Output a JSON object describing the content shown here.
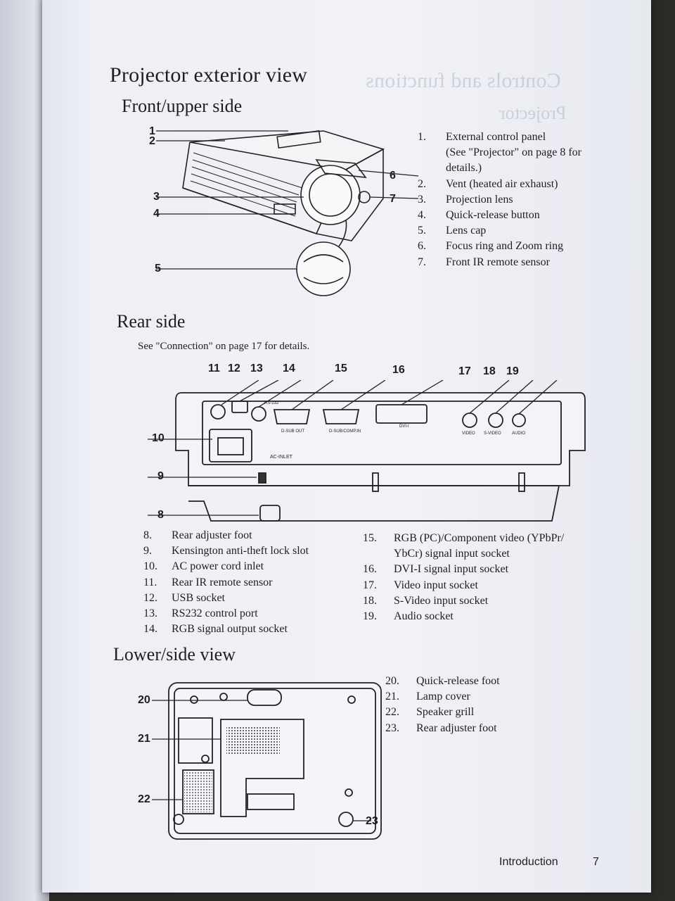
{
  "page": {
    "title": "Projector exterior view",
    "footer_section": "Introduction",
    "page_number": "7"
  },
  "front": {
    "heading": "Front/upper side",
    "callouts": [
      "1",
      "2",
      "3",
      "4",
      "5",
      "6",
      "7"
    ],
    "items": [
      {
        "num": "1.",
        "text": "External control panel"
      },
      {
        "num": "",
        "text": "(See \"Projector\" on page 8 for"
      },
      {
        "num": "",
        "text": "details.)"
      },
      {
        "num": "2.",
        "text": "Vent (heated air exhaust)"
      },
      {
        "num": "3.",
        "text": "Projection lens"
      },
      {
        "num": "4.",
        "text": "Quick-release button"
      },
      {
        "num": "5.",
        "text": "Lens cap"
      },
      {
        "num": "6.",
        "text": "Focus ring and Zoom ring"
      },
      {
        "num": "7.",
        "text": "Front IR remote sensor"
      }
    ]
  },
  "rear": {
    "heading": "Rear side",
    "note": "See \"Connection\" on page 17 for details.",
    "callouts": [
      "11",
      "12",
      "13",
      "14",
      "15",
      "16",
      "17",
      "18",
      "19",
      "10",
      "9",
      "8"
    ],
    "port_labels": {
      "rs232": "RS-232",
      "dsub_out": "D-SUB OUT",
      "dsub_comp_in": "D-SUB/COMP.IN",
      "dvi": "DVI-I",
      "video": "VIDEO",
      "svideo": "S-VIDEO",
      "audio": "AUDIO",
      "ac_inlet": "AC-INLET"
    },
    "items_left": [
      {
        "num": "8.",
        "text": "Rear adjuster foot"
      },
      {
        "num": "9.",
        "text": "Kensington anti-theft lock slot"
      },
      {
        "num": "10.",
        "text": "AC power cord inlet"
      },
      {
        "num": "11.",
        "text": "Rear IR remote sensor"
      },
      {
        "num": "12.",
        "text": "USB socket"
      },
      {
        "num": "13.",
        "text": "RS232 control port"
      },
      {
        "num": "14.",
        "text": "RGB signal output socket"
      }
    ],
    "items_right": [
      {
        "num": "15.",
        "text": "RGB (PC)/Component video (YPbPr/"
      },
      {
        "num": "",
        "text": "YbCr) signal input socket"
      },
      {
        "num": "16.",
        "text": "DVI-I signal input socket"
      },
      {
        "num": "17.",
        "text": "Video input socket"
      },
      {
        "num": "18.",
        "text": "S-Video input socket"
      },
      {
        "num": "19.",
        "text": "Audio socket"
      }
    ]
  },
  "lower": {
    "heading": "Lower/side view",
    "callouts": [
      "20",
      "21",
      "22",
      "23"
    ],
    "items": [
      {
        "num": "20.",
        "text": "Quick-release foot"
      },
      {
        "num": "21.",
        "text": "Lamp cover"
      },
      {
        "num": "22.",
        "text": "Speaker grill"
      },
      {
        "num": "23.",
        "text": "Rear adjuster foot"
      }
    ]
  }
}
